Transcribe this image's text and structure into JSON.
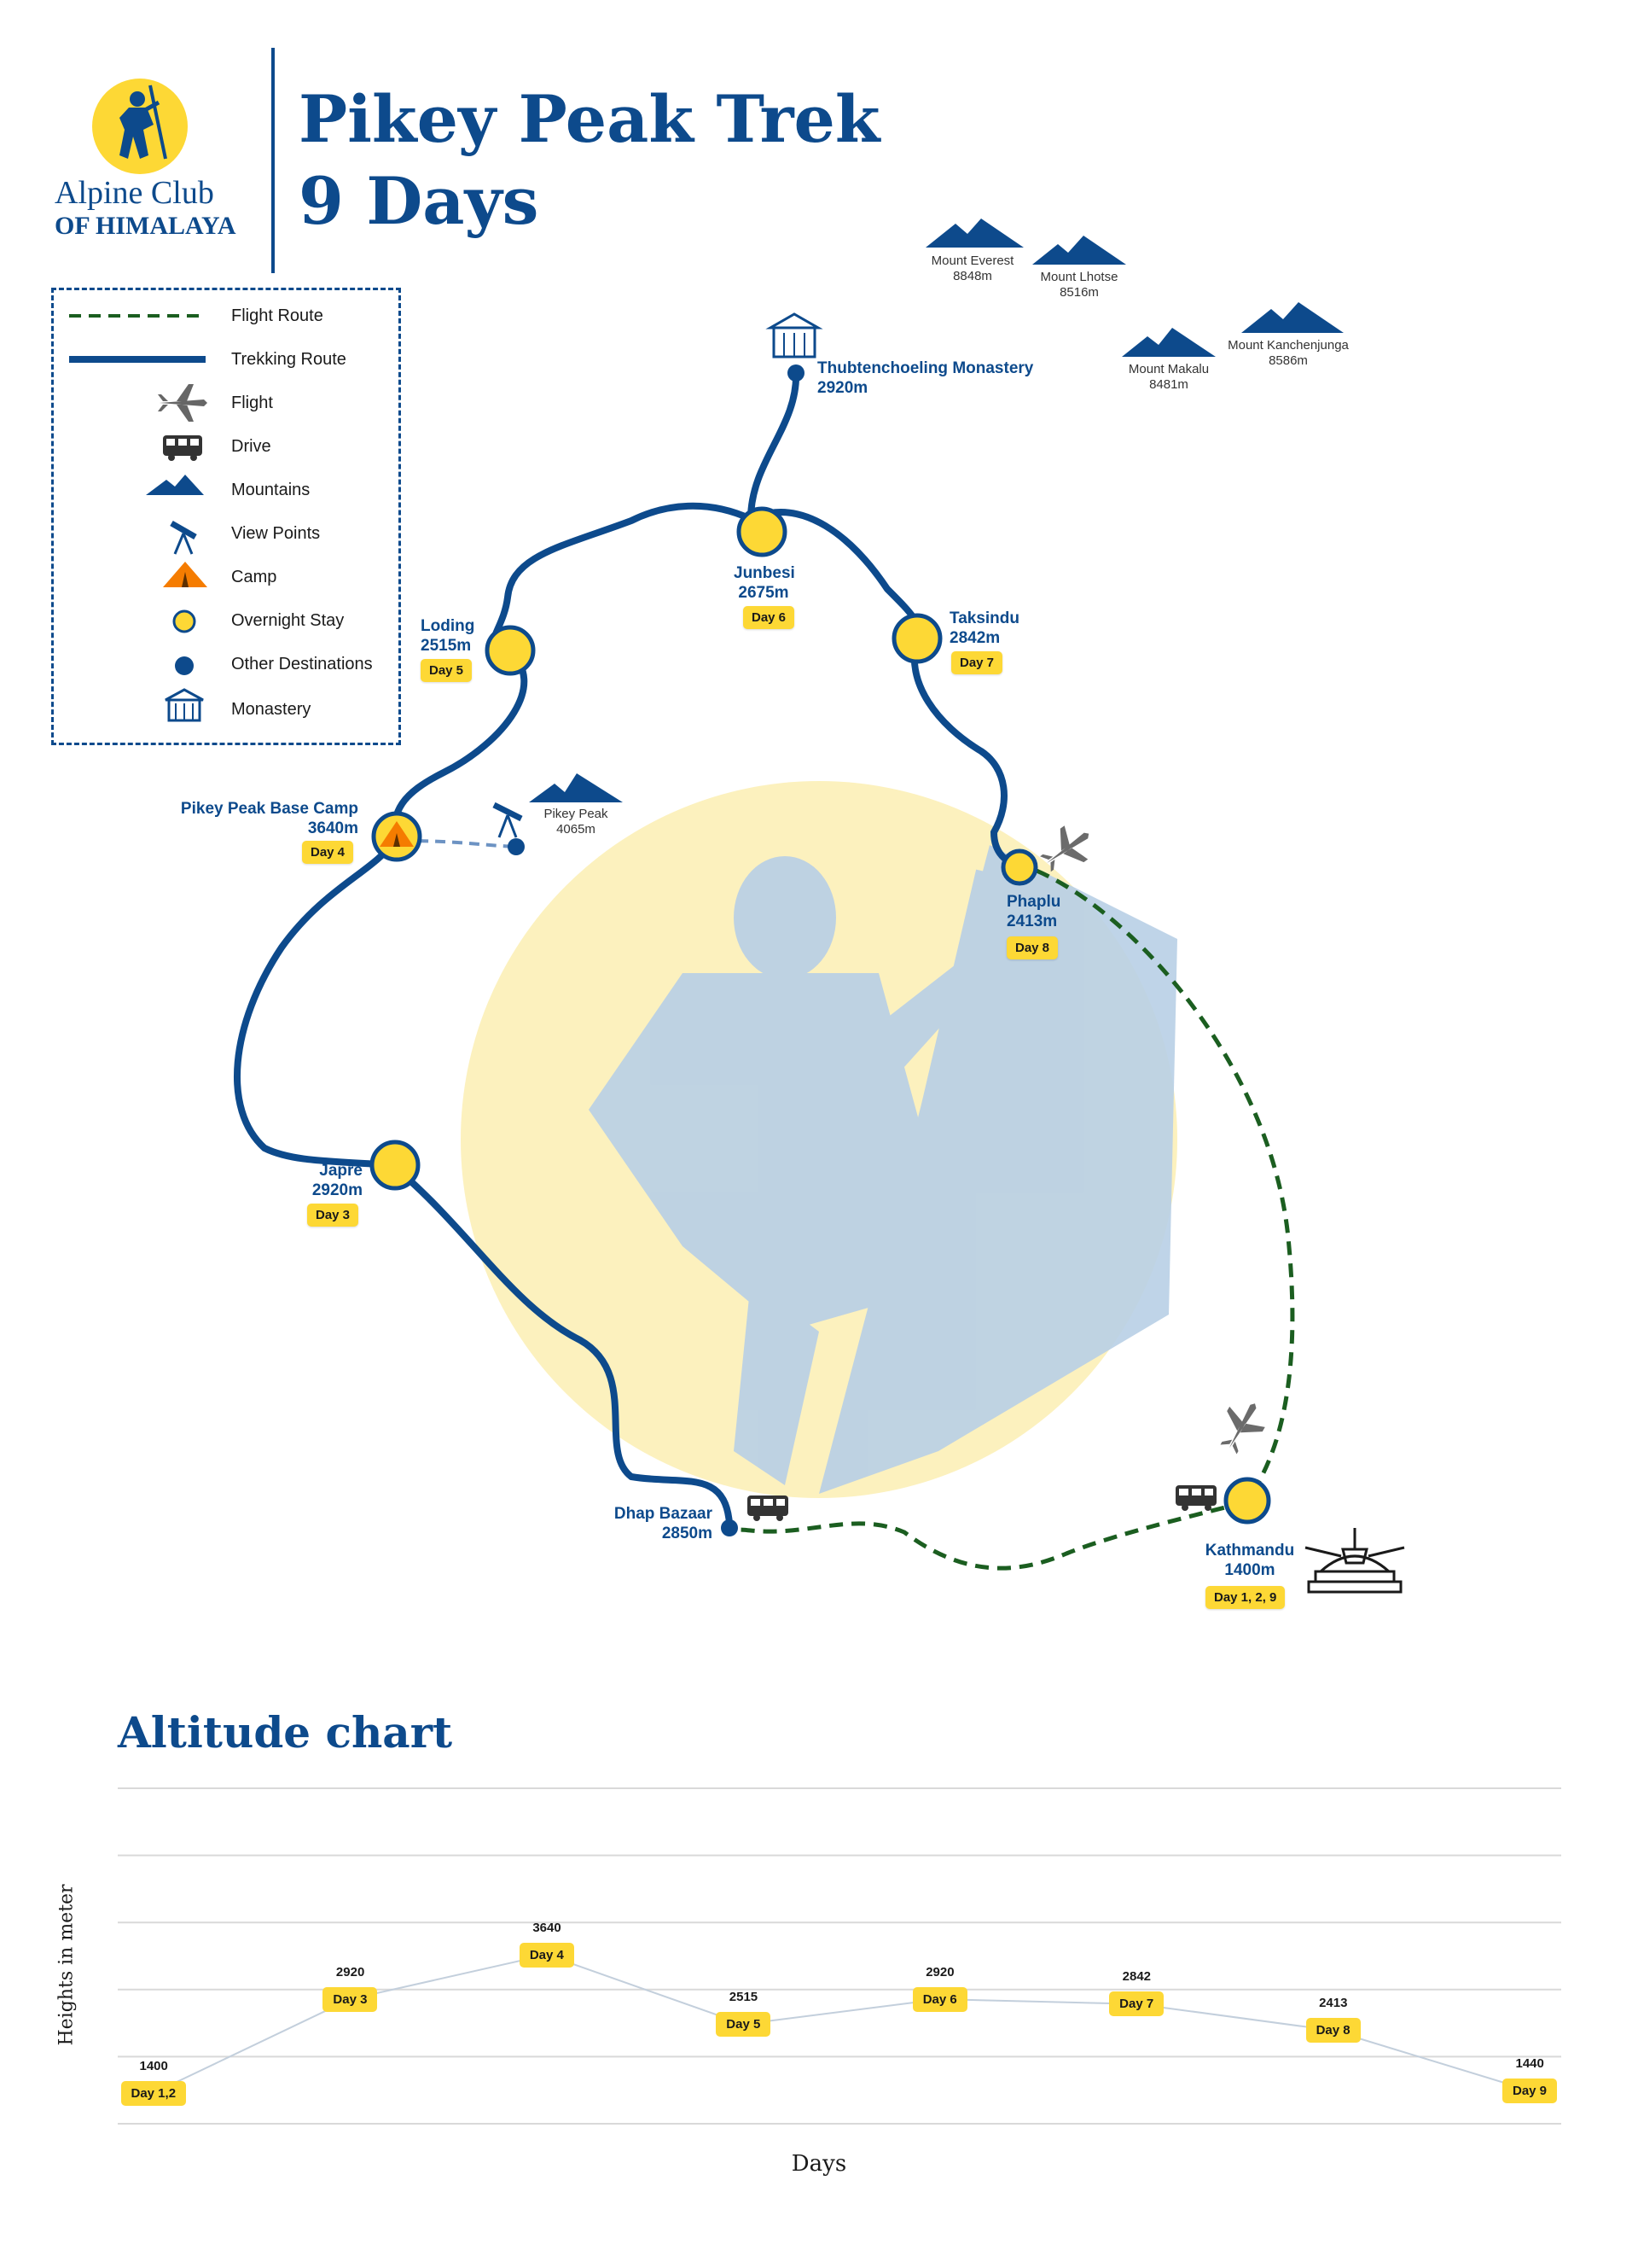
{
  "logo": {
    "line1": "Alpine Club",
    "line2": "OF HIMALAYA"
  },
  "title": {
    "line1": "Pikey Peak Trek",
    "line2": "9 Days"
  },
  "legend": [
    {
      "label": "Flight Route",
      "icon": "dashed-green-line"
    },
    {
      "label": "Trekking Route",
      "icon": "solid-blue-line"
    },
    {
      "label": "Flight",
      "icon": "plane-icon"
    },
    {
      "label": "Drive",
      "icon": "bus-icon"
    },
    {
      "label": "Mountains",
      "icon": "mountain-icon"
    },
    {
      "label": "View Points",
      "icon": "telescope-icon"
    },
    {
      "label": "Camp",
      "icon": "tent-icon"
    },
    {
      "label": "Overnight Stay",
      "icon": "yellow-dot-icon"
    },
    {
      "label": "Other Destinations",
      "icon": "blue-dot-icon"
    },
    {
      "label": "Monastery",
      "icon": "monastery-icon"
    }
  ],
  "mountains": [
    {
      "name": "Mount Everest",
      "height": "8848m"
    },
    {
      "name": "Mount Lhotse",
      "height": "8516m"
    },
    {
      "name": "Mount Makalu",
      "height": "8481m"
    },
    {
      "name": "Mount Kanchenjunga",
      "height": "8586m"
    }
  ],
  "places": {
    "thubten": {
      "name": "Thubtenchoeling Monastery",
      "alt": "2920m"
    },
    "junbesi": {
      "name": "Junbesi",
      "alt": "2675m",
      "day": "Day 6"
    },
    "taksindu": {
      "name": "Taksindu",
      "alt": "2842m",
      "day": "Day 7"
    },
    "loding": {
      "name": "Loding",
      "alt": "2515m",
      "day": "Day 5"
    },
    "basecamp": {
      "name": "Pikey Peak Base Camp",
      "alt": "3640m",
      "day": "Day 4"
    },
    "pikey": {
      "name": "Pikey Peak",
      "alt": "4065m"
    },
    "phaplu": {
      "name": "Phaplu",
      "alt": "2413m",
      "day": "Day 8"
    },
    "japre": {
      "name": "Japre",
      "alt": "2920m",
      "day": "Day 3"
    },
    "dhap": {
      "name": "Dhap Bazaar",
      "alt": "2850m"
    },
    "kathmandu": {
      "name": "Kathmandu",
      "alt": "1400m",
      "day": "Day 1, 2, 9"
    }
  },
  "colors": {
    "primary": "#0d4a8c",
    "accent": "#fdd835",
    "flight": "#1b5e20"
  },
  "altitude_chart": {
    "title": "Altitude chart",
    "ylabel": "Heights in meter",
    "xlabel": "Days",
    "points": [
      {
        "day": "Day 1,2",
        "value": "1400"
      },
      {
        "day": "Day 3",
        "value": "2920"
      },
      {
        "day": "Day 4",
        "value": "3640"
      },
      {
        "day": "Day 5",
        "value": "2515"
      },
      {
        "day": "Day 6",
        "value": "2920"
      },
      {
        "day": "Day 7",
        "value": "2842"
      },
      {
        "day": "Day 8",
        "value": "2413"
      },
      {
        "day": "Day 9",
        "value": "1440"
      }
    ]
  },
  "chart_data": {
    "type": "line",
    "title": "Altitude chart",
    "xlabel": "Days",
    "ylabel": "Heights in meter",
    "categories": [
      "Day 1,2",
      "Day 3",
      "Day 4",
      "Day 5",
      "Day 6",
      "Day 7",
      "Day 8",
      "Day 9"
    ],
    "values": [
      1400,
      2920,
      3640,
      2515,
      2920,
      2842,
      2413,
      1440
    ],
    "grid": true
  }
}
